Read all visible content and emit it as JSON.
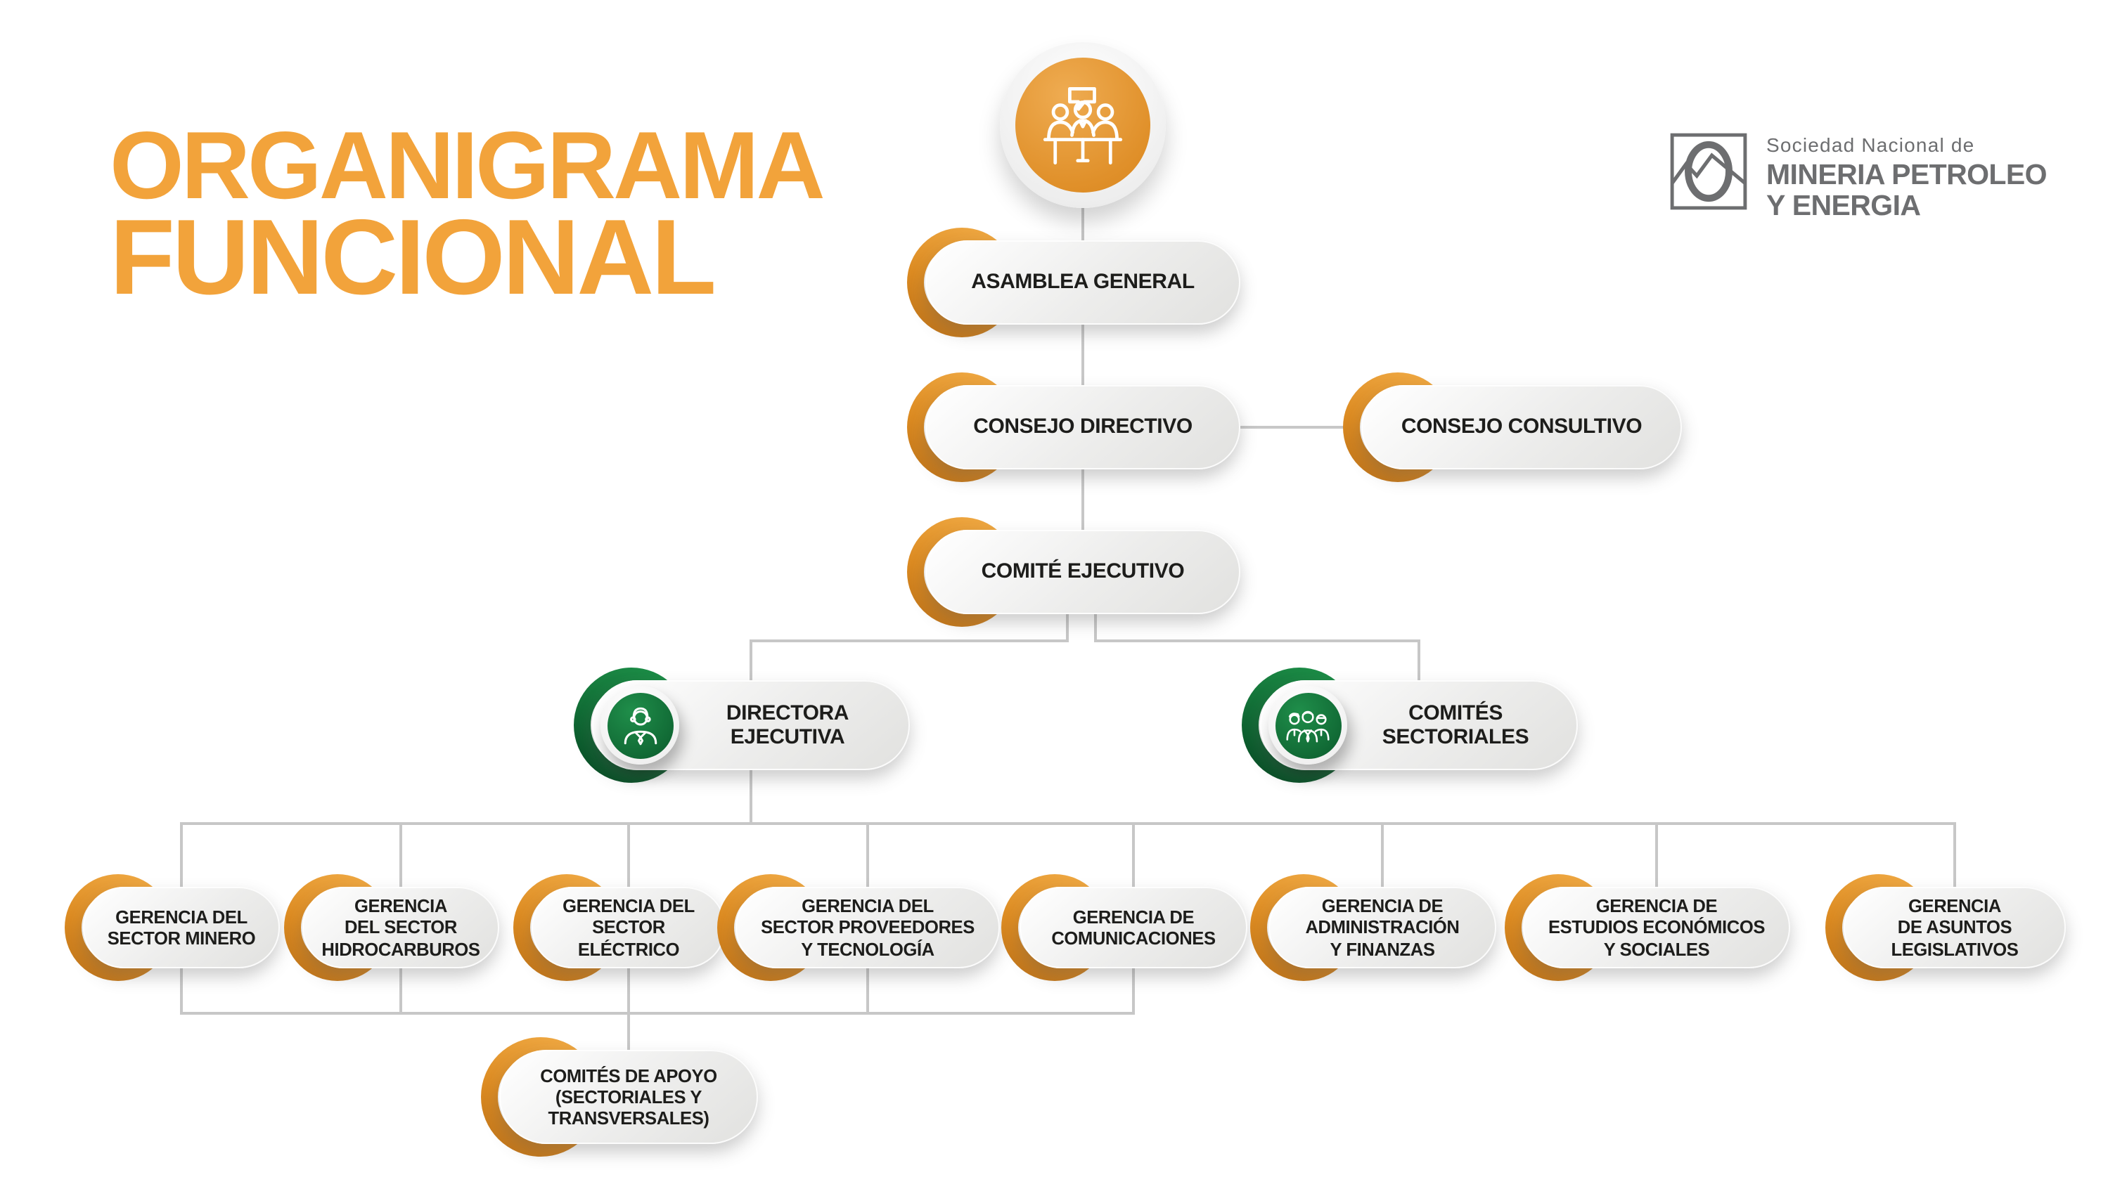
{
  "title": {
    "line1": "ORGANIGRAMA",
    "line2": "FUNCIONAL"
  },
  "logo": {
    "top": "Sociedad Nacional de",
    "mid": "MINERIA PETROLEO",
    "bottom": "Y ENERGIA"
  },
  "colors": {
    "title_orange": "#F2A33B",
    "arc_orange": "#DC8B22",
    "icon_circle_orange": "#E0902A",
    "arc_green": "#116B35",
    "badge_green": "#136F38",
    "pill_text": "#1d1d1b",
    "connector_gray": "#c7c7c7",
    "logo_gray": "#6d6e70"
  },
  "icons": {
    "top": "meeting-table-icon",
    "directora": "executive-person-icon",
    "sectoriales": "people-group-icon",
    "logo": "snmpe-emblem-icon"
  },
  "nodes": {
    "asamblea_general": {
      "label": "ASAMBLEA GENERAL"
    },
    "consejo_directivo": {
      "label": "CONSEJO DIRECTIVO"
    },
    "consejo_consultivo": {
      "label": "CONSEJO CONSULTIVO"
    },
    "comite_ejecutivo": {
      "label": "COMITÉ EJECUTIVO"
    },
    "directora_ejecutiva": {
      "label": "DIRECTORA\nEJECUTIVA"
    },
    "comites_sectoriales": {
      "label": "COMITÉS\nSECTORIALES"
    },
    "gerencias": [
      {
        "label": "GERENCIA DEL\nSECTOR MINERO"
      },
      {
        "label": "GERENCIA\nDEL SECTOR\nHIDROCARBUROS"
      },
      {
        "label": "GERENCIA DEL\nSECTOR\nELÉCTRICO"
      },
      {
        "label": "GERENCIA DEL\nSECTOR PROVEEDORES\nY TECNOLOGÍA"
      },
      {
        "label": "GERENCIA DE\nCOMUNICACIONES"
      },
      {
        "label": "GERENCIA DE\nADMINISTRACIÓN\nY FINANZAS"
      },
      {
        "label": "GERENCIA DE\nESTUDIOS ECONÓMICOS\nY SOCIALES"
      },
      {
        "label": "GERENCIA\nDE ASUNTOS\nLEGISLATIVOS"
      }
    ],
    "comites_apoyo": {
      "label": "COMITÉS DE APOYO\n(SECTORIALES Y\nTRANSVERSALES)"
    }
  }
}
